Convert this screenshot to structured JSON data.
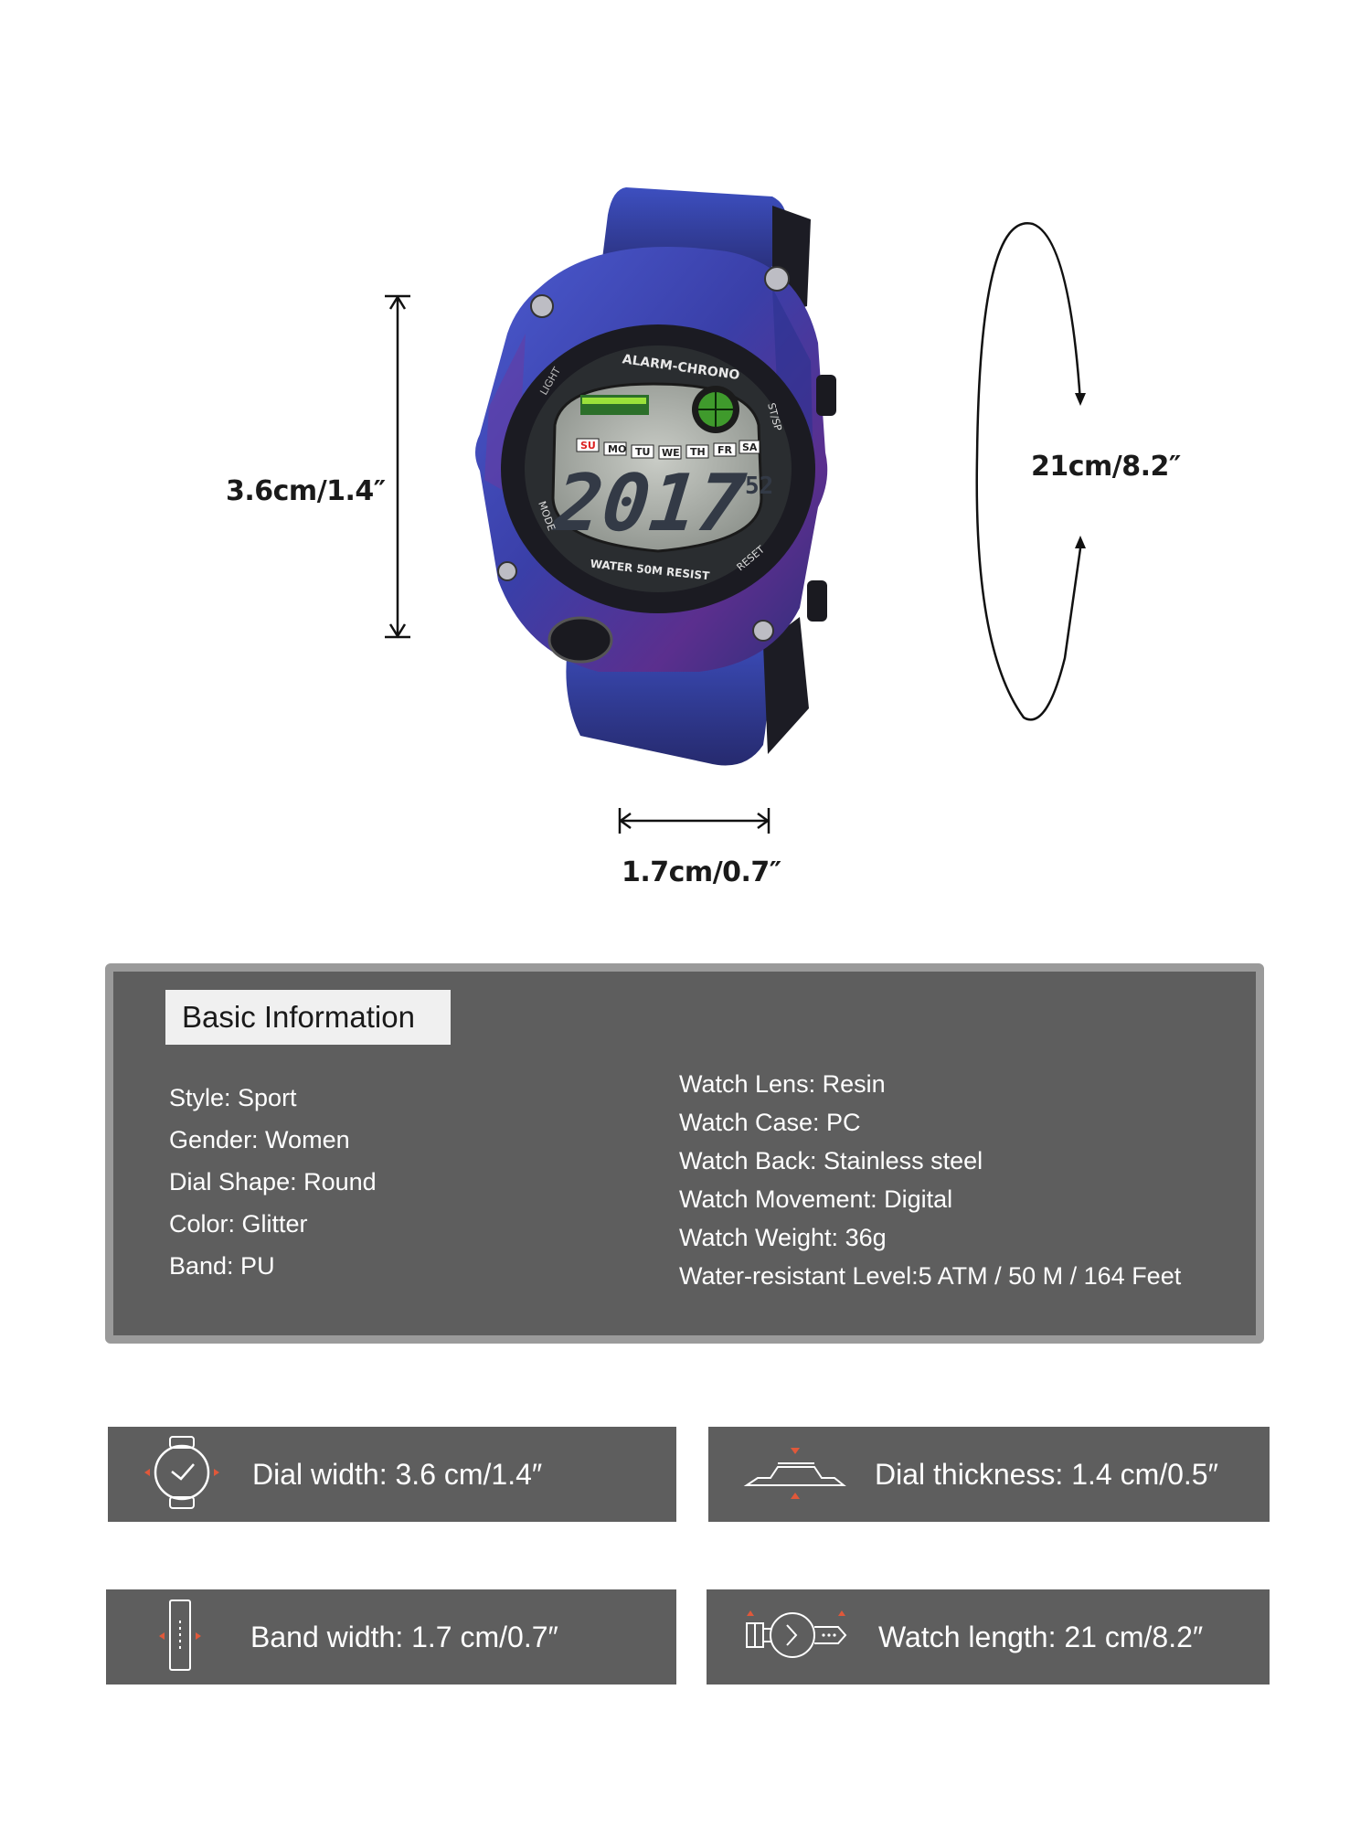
{
  "dimensions": {
    "height_label": "3.6cm/1.4″",
    "length_label": "21cm/8.2″",
    "band_label": "1.7cm/0.7″"
  },
  "watch_display": {
    "brand_ring": "ALARM-CHRONO",
    "water_text": "WATER 50M RESIST",
    "light": "LIGHT",
    "mode": "MODE",
    "reset": "RESET",
    "st_sp": "ST/SP",
    "days": [
      "SU",
      "MO",
      "TU",
      "WE",
      "TH",
      "FR",
      "SA"
    ],
    "digits": "2017",
    "seconds": "52"
  },
  "basic_info": {
    "title": "Basic Information",
    "left": [
      "Style: Sport",
      "Gender: Women",
      "Dial Shape: Round",
      "Color: Glitter",
      "Band: PU"
    ],
    "right": [
      "Watch Lens: Resin",
      "Watch Case: PC",
      "Watch Back: Stainless steel",
      "Watch Movement: Digital",
      "Watch Weight: 36g",
      "Water-resistant Level:5 ATM / 50 M / 164 Feet"
    ]
  },
  "cards": {
    "dial_width": "Dial width: 3.6 cm/1.4″",
    "dial_thickness": "Dial thickness: 1.4 cm/0.5″",
    "band_width": "Band width: 1.7 cm/0.7″",
    "watch_length": "Watch length: 21 cm/8.2″"
  },
  "icons": [
    "watch-face-icon",
    "dial-thickness-icon",
    "band-width-icon",
    "watch-length-icon"
  ],
  "colors": {
    "panel": "#5e5e5e",
    "panel_border": "#9a9a9a",
    "accent_arrow": "#e0583a",
    "watch_blue": "#3b46b8",
    "watch_purple": "#5a2f8c"
  }
}
